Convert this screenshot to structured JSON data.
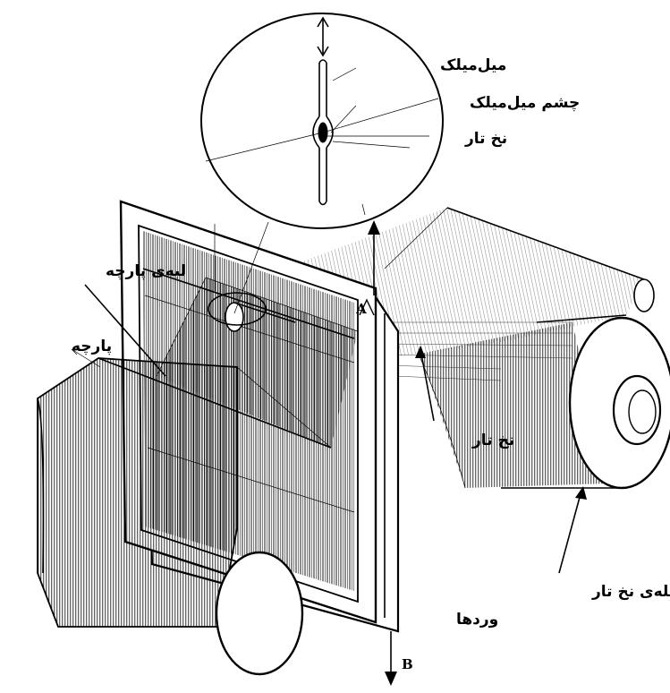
{
  "labels": {
    "heddle": "میل‌میلک",
    "heddle_eye": "چشم میل‌میلک",
    "warp_yarn_top": "نخ تار",
    "cloth_edge": "لبه‌ی پارچه",
    "cloth": "پارچه",
    "warp_yarn_middle": "نخ تار",
    "warp_beam": "چله‌ی نخ تار",
    "harnesses": "وردها",
    "frame_a": "A",
    "frame_b": "B"
  }
}
